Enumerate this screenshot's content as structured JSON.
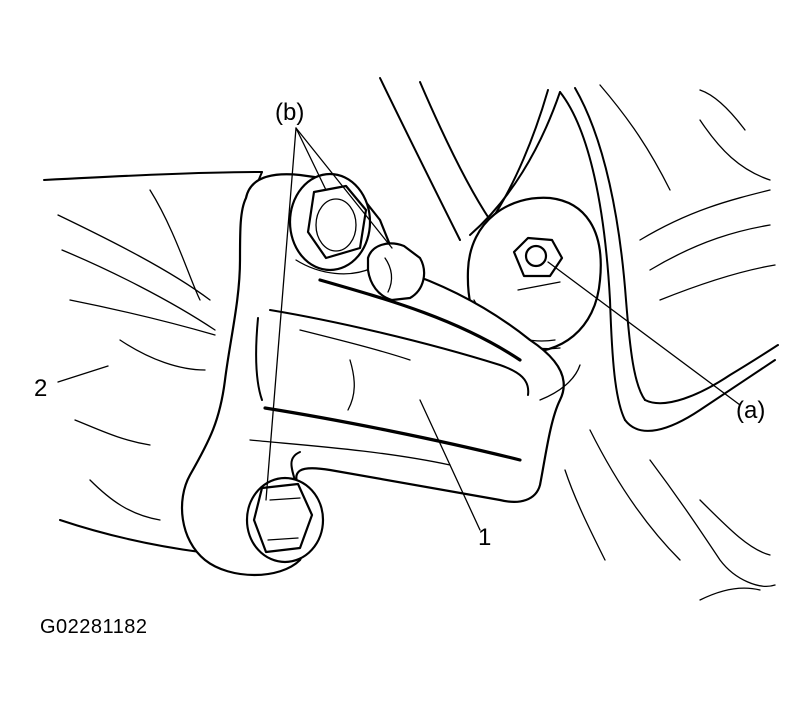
{
  "callouts": {
    "bolts_upper": "(b)",
    "nut": "(a)",
    "bracket": "1",
    "housing": "2"
  },
  "figure_code": "G02281182",
  "colors": {
    "line": "#000000",
    "background": "#ffffff"
  }
}
